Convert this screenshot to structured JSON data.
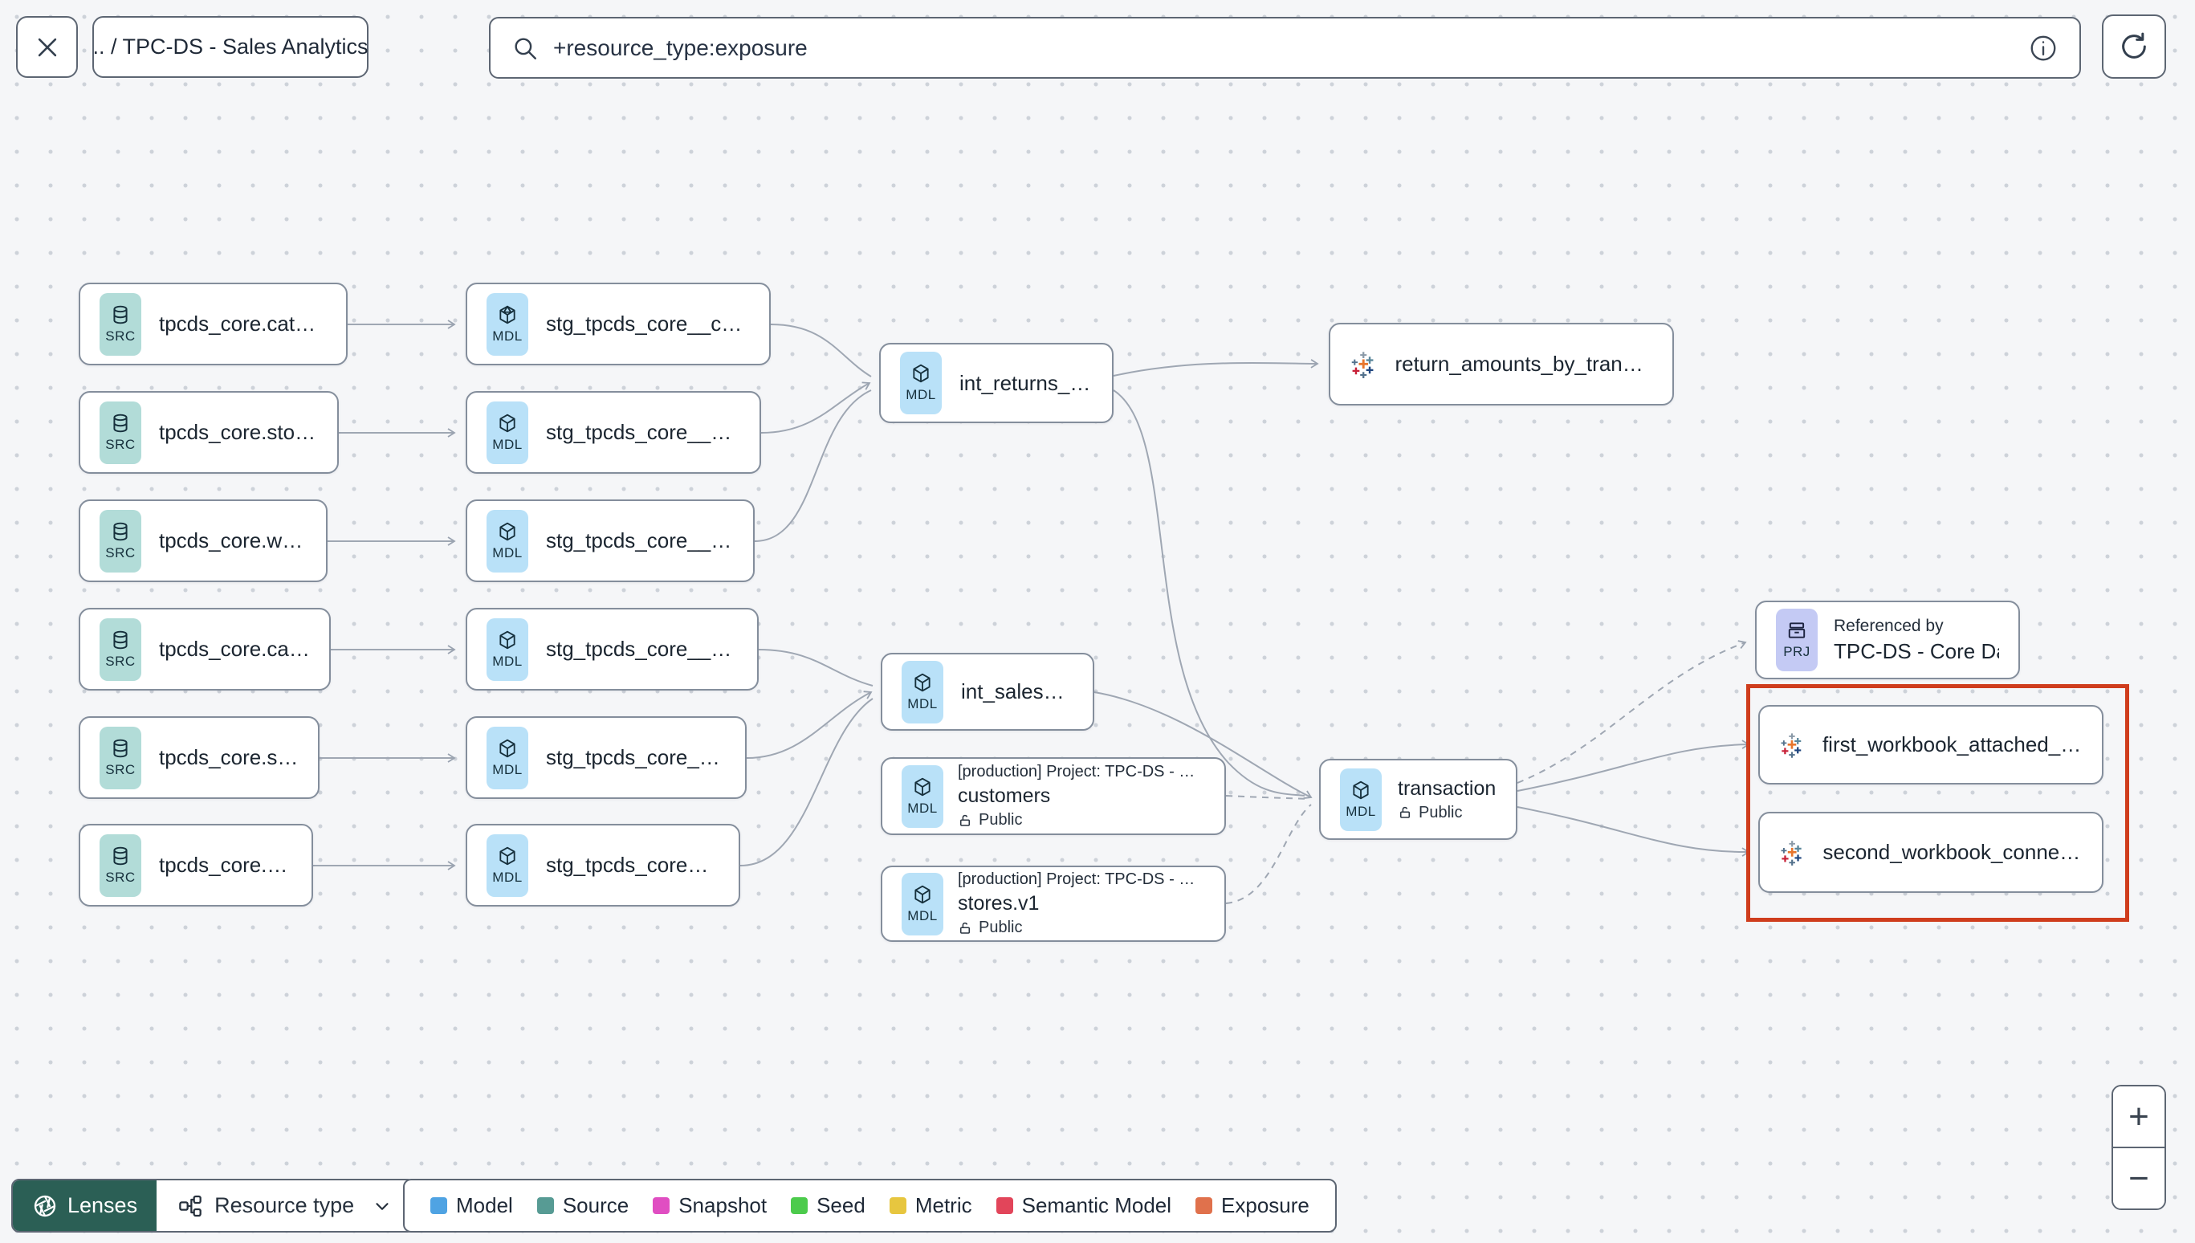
{
  "header": {
    "breadcrumb": ".. / TPC-DS - Sales Analytics",
    "search_value": "+resource_type:exposure"
  },
  "badges": {
    "source": "SRC",
    "model": "MDL",
    "project": "PRJ"
  },
  "nodes": {
    "sources": [
      {
        "label": "tpcds_core.catalog_returns"
      },
      {
        "label": "tpcds_core.store_returns"
      },
      {
        "label": "tpcds_core.web_returns"
      },
      {
        "label": "tpcds_core.catalog_sales"
      },
      {
        "label": "tpcds_core.store_sales"
      },
      {
        "label": "tpcds_core.web_sales"
      }
    ],
    "staging": [
      {
        "label": "stg_tpcds_core__catalog_returns"
      },
      {
        "label": "stg_tpcds_core__store_returns"
      },
      {
        "label": "stg_tpcds_core__web_returns"
      },
      {
        "label": "stg_tpcds_core__catalog_sales"
      },
      {
        "label": "stg_tpcds_core__store_sales"
      },
      {
        "label": "stg_tpcds_core__web_sales"
      }
    ],
    "int_returns": {
      "label": "int_returns__unioned"
    },
    "int_sales": {
      "label": "int_sales__unioned"
    },
    "customers": {
      "context": "[production] Project: TPC-DS - Core Data Mo…",
      "label": "customers",
      "access": "Public"
    },
    "stores": {
      "context": "[production] Project: TPC-DS - Core Data Mo…",
      "label": "stores.v1",
      "access": "Public"
    },
    "transactions": {
      "label": "transactions",
      "access": "Public"
    },
    "referenced_by": {
      "title": "Referenced by",
      "label": "TPC-DS - Core Data Models"
    },
    "exposure_top": {
      "label": "return_amounts_by_transaction_type"
    },
    "workbook_first": {
      "label": "first_workbook_attached_to_tpc-ds_-_…"
    },
    "workbook_second": {
      "label": "second_workbook_connected_to_live…"
    }
  },
  "toolbar": {
    "lenses": "Lenses",
    "resource_type": "Resource type"
  },
  "legend": {
    "items": [
      {
        "label": "Model",
        "color": "#4fa3e3"
      },
      {
        "label": "Source",
        "color": "#579b94"
      },
      {
        "label": "Snapshot",
        "color": "#e04ec2"
      },
      {
        "label": "Seed",
        "color": "#4ccb4c"
      },
      {
        "label": "Metric",
        "color": "#e7c63f"
      },
      {
        "label": "Semantic Model",
        "color": "#e2455a"
      },
      {
        "label": "Exposure",
        "color": "#e0714c"
      }
    ]
  },
  "zoom_controls": {
    "zoom_in": "+",
    "zoom_out": "−"
  },
  "selection_color": "#cf3d1d"
}
